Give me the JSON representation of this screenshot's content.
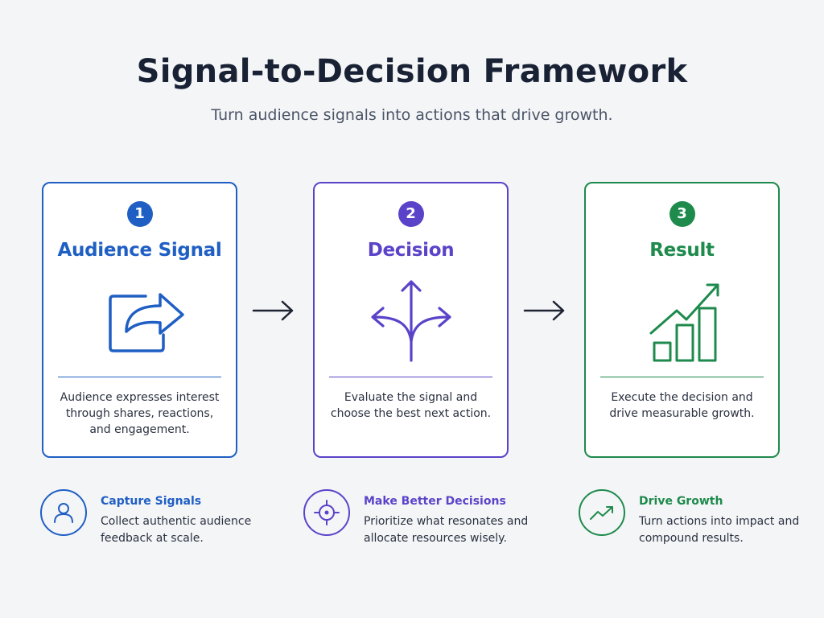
{
  "header": {
    "title": "Signal-to-Decision Framework",
    "subtitle": "Turn audience signals into actions that drive growth."
  },
  "steps": [
    {
      "number": "1",
      "title": "Audience Signal",
      "description": "Audience expresses interest through shares, reactions, and engagement.",
      "icon": "share-icon",
      "color": "#1f5fc4"
    },
    {
      "number": "2",
      "title": "Decision",
      "description": "Evaluate the signal and choose the best next action.",
      "icon": "branching-arrows-icon",
      "color": "#5b43c9"
    },
    {
      "number": "3",
      "title": "Result",
      "description": "Execute the decision and drive measurable growth.",
      "icon": "growth-chart-icon",
      "color": "#1e8a4c"
    }
  ],
  "features": [
    {
      "title": "Capture Signals",
      "description": "Collect authentic audience feedback at scale.",
      "icon": "user-icon",
      "color": "#1f5fc4"
    },
    {
      "title": "Make Better Decisions",
      "description": "Prioritize what resonates and allocate resources wisely.",
      "icon": "target-icon",
      "color": "#5b43c9"
    },
    {
      "title": "Drive Growth",
      "description": "Turn actions into impact and compound results.",
      "icon": "trend-up-icon",
      "color": "#1e8a4c"
    }
  ],
  "connector_color": "#1e2433"
}
